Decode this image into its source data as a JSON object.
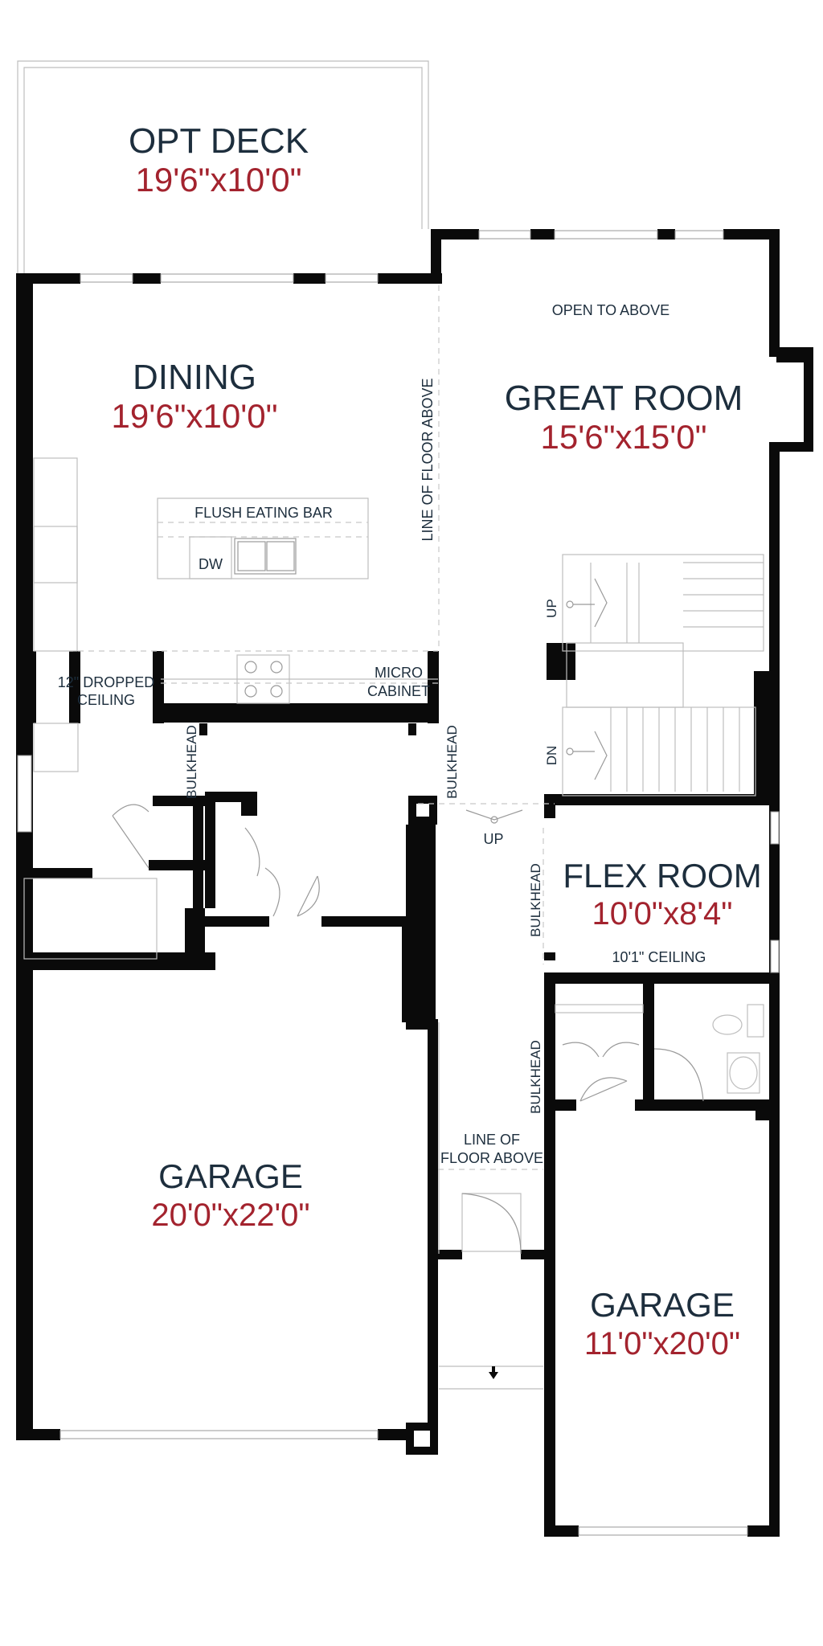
{
  "rooms": {
    "opt_deck": {
      "name": "OPT DECK",
      "dim": "19'6\"x10'0\""
    },
    "dining": {
      "name": "DINING",
      "dim": "19'6\"x10'0\""
    },
    "great_room": {
      "name": "GREAT ROOM",
      "dim": "15'6\"x15'0\""
    },
    "flex_room": {
      "name": "FLEX ROOM",
      "dim": "10'0\"x8'4\""
    },
    "garage_1": {
      "name": "GARAGE",
      "dim": "20'0\"x22'0\""
    },
    "garage_2": {
      "name": "GARAGE",
      "dim": "11'0\"x20'0\""
    }
  },
  "labels": {
    "open_to_above": "OPEN TO ABOVE",
    "line_of_floor_above": "LINE OF FLOOR ABOVE",
    "flush_eating_bar": "FLUSH EATING BAR",
    "dw": "DW",
    "dropped_ceiling_1": "12\" DROPPED",
    "dropped_ceiling_2": "CEILING",
    "micro_1": "MICRO",
    "micro_2": "CABINET",
    "bulkhead": "BULKHEAD",
    "up": "UP",
    "dn": "DN",
    "flex_ceiling": "10'1\" CEILING",
    "line_of_1": "LINE OF",
    "floor_above": "FLOOR ABOVE"
  },
  "colors": {
    "wall": "#0a0a0a",
    "room_name": "#1d2e3d",
    "room_dim": "#a3232e"
  }
}
